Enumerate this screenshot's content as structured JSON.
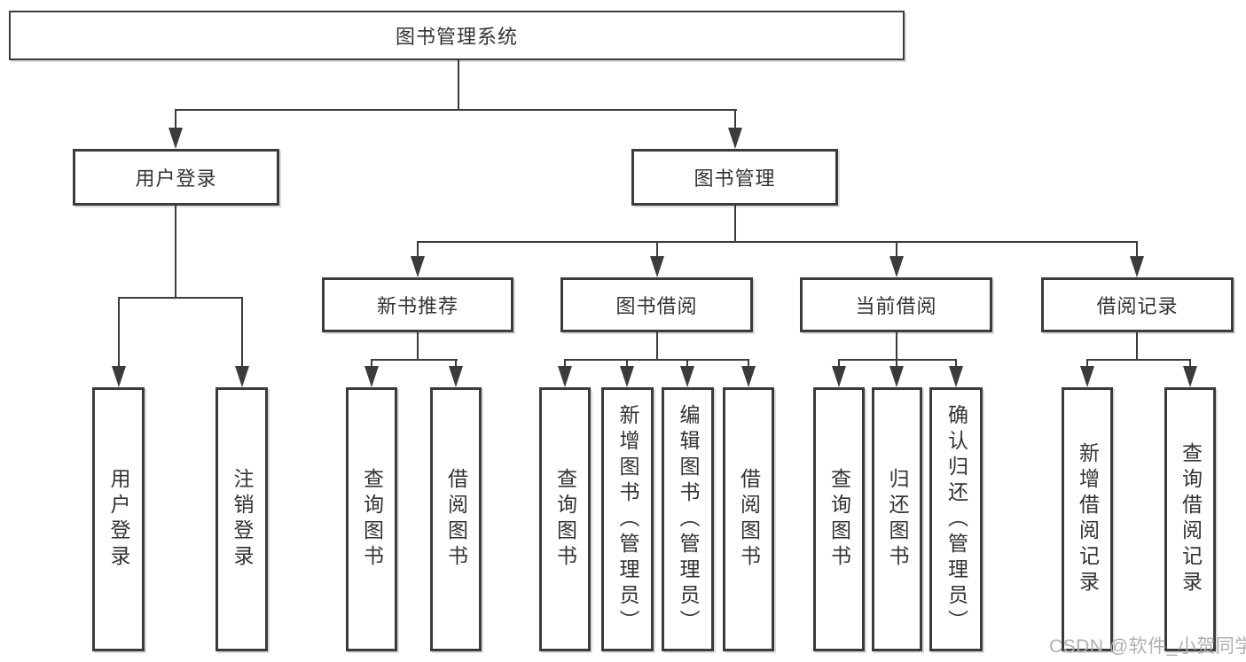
{
  "diagram": {
    "root": {
      "label": "图书管理系统"
    },
    "children": [
      {
        "label": "用户登录",
        "children": [
          {
            "label": "用户登录"
          },
          {
            "label": "注销登录"
          }
        ]
      },
      {
        "label": "图书管理",
        "children": [
          {
            "label": "新书推荐",
            "children": [
              {
                "label": "查询图书"
              },
              {
                "label": "借阅图书"
              }
            ]
          },
          {
            "label": "图书借阅",
            "children": [
              {
                "label": "查询图书"
              },
              {
                "label": "新增图书（管理员）"
              },
              {
                "label": "编辑图书（管理员）"
              },
              {
                "label": "借阅图书"
              }
            ]
          },
          {
            "label": "当前借阅",
            "children": [
              {
                "label": "查询图书"
              },
              {
                "label": "归还图书"
              },
              {
                "label": "确认归还（管理员）"
              }
            ]
          },
          {
            "label": "借阅记录",
            "children": [
              {
                "label": "新增借阅记录"
              },
              {
                "label": "查询借阅记录"
              }
            ]
          }
        ]
      }
    ]
  },
  "watermark": "CSDN @软件_小贺同学",
  "colors": {
    "line": "#3B3B3B",
    "box_fill": "#FFFFFF",
    "text": "#333333",
    "watermark": "#B0B0B0",
    "background": "#FFFFFF"
  }
}
